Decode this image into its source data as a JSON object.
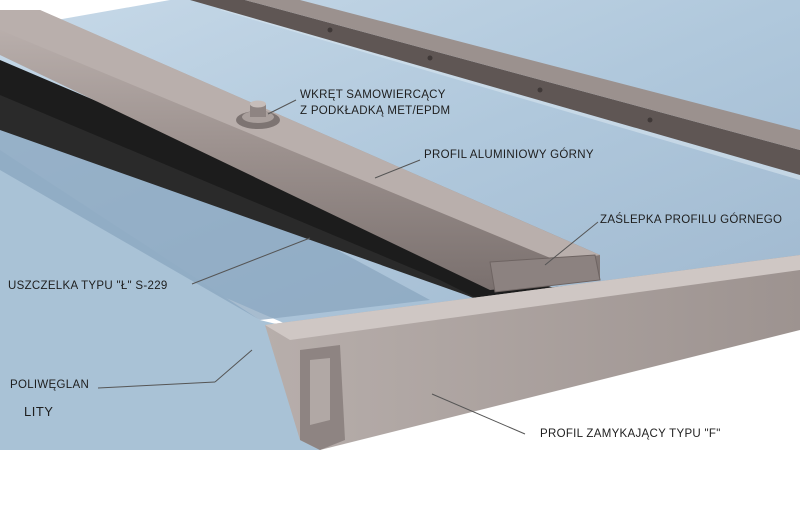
{
  "labels": {
    "screw_line1": "WKRĘT SAMOWIERCĄCY",
    "screw_line2": "Z PODKŁADKĄ MET/EPDM",
    "top_profile": "PROFIL ALUMINIOWY GÓRNY",
    "end_cap": "ZAŚLEPKA PROFILU GÓRNEGO",
    "gasket": "USZCZELKA TYPU \"Ł\" S-229",
    "polycarb_line1": "POLIWĘGLAN",
    "polycarb_line2": "LITY",
    "closing_profile": "PROFIL ZAMYKAJĄCY TYPU \"F\""
  },
  "colors": {
    "glass": "#b9cfe0",
    "glass_dark": "#8fa9c0",
    "aluminium": "#9a8f8c",
    "aluminium_light": "#b8aeab",
    "aluminium_dark": "#6e6462",
    "gasket": "#1c1c1c",
    "leader": "#555555"
  }
}
